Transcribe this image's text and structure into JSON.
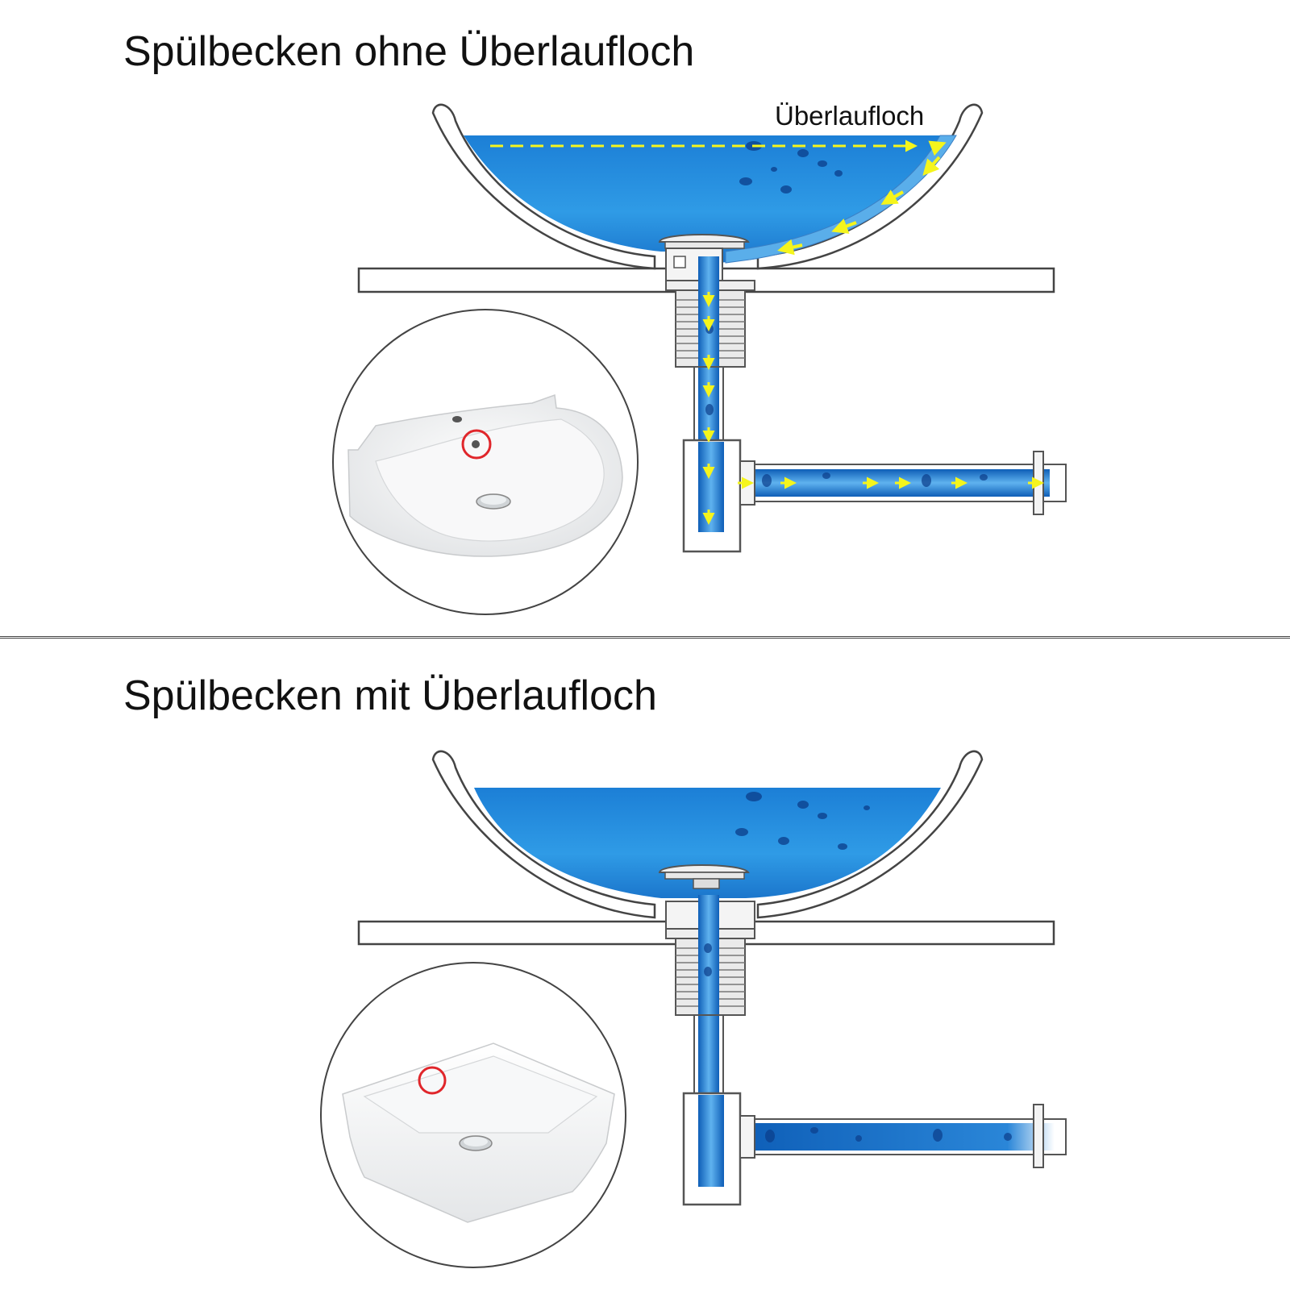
{
  "panels": [
    {
      "title": "Spülbecken ohne Überlaufloch",
      "callout_label": "Überlaufloch",
      "variant": "without-overflow"
    },
    {
      "title": "Spülbecken mit Überlaufloch",
      "variant": "with-overflow"
    }
  ],
  "colors": {
    "water": "#1f86d8",
    "water_dark": "#0d5fb5",
    "water_light": "#7cc4f2",
    "flow_arrow": "#f5f51c",
    "outline": "#444444",
    "highlight_circle": "#e0262b"
  }
}
